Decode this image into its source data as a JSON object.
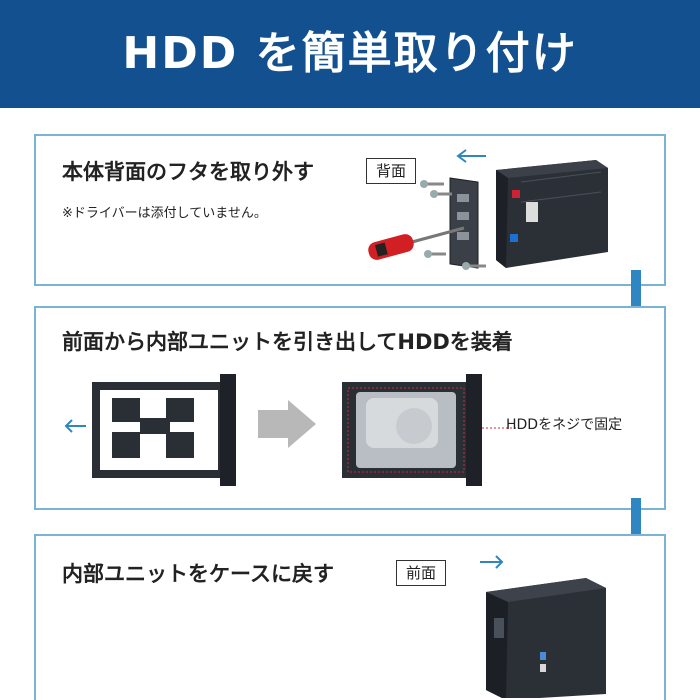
{
  "header": {
    "title": "HDD を簡単取り付け"
  },
  "steps": [
    {
      "title": "本体背面のフタを取り外す",
      "tag": "背面",
      "note": "※ドライバーは添付していません。"
    },
    {
      "title": "前面から内部ユニットを引き出してHDDを装着",
      "callout": "HDDをネジで固定"
    },
    {
      "title": "内部ユニットをケースに戻す",
      "tag": "前面"
    }
  ],
  "colors": {
    "header_bg": "#12508f",
    "panel_border": "#7bb3d4",
    "arrow": "#2f86c0",
    "callout_line": "#c0303a"
  }
}
